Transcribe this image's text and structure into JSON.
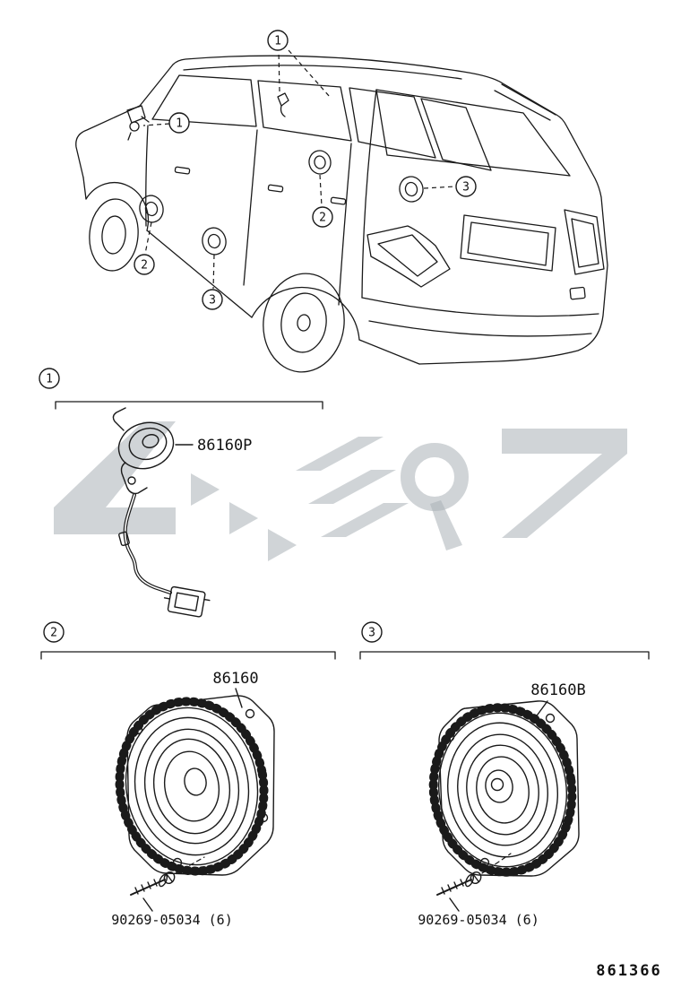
{
  "doc": {
    "page_code": "861366"
  },
  "callouts": {
    "one": "1",
    "two": "2",
    "three": "3"
  },
  "parts": {
    "tweeter": {
      "number": "86160P"
    },
    "door_speaker": {
      "number": "86160"
    },
    "rear_speaker": {
      "number": "86160B"
    },
    "screw": {
      "number": "90269-05034 (6)"
    }
  },
  "colors": {
    "line": "#1a1a1a",
    "watermark": "#aab0b6",
    "background": "#ffffff"
  }
}
